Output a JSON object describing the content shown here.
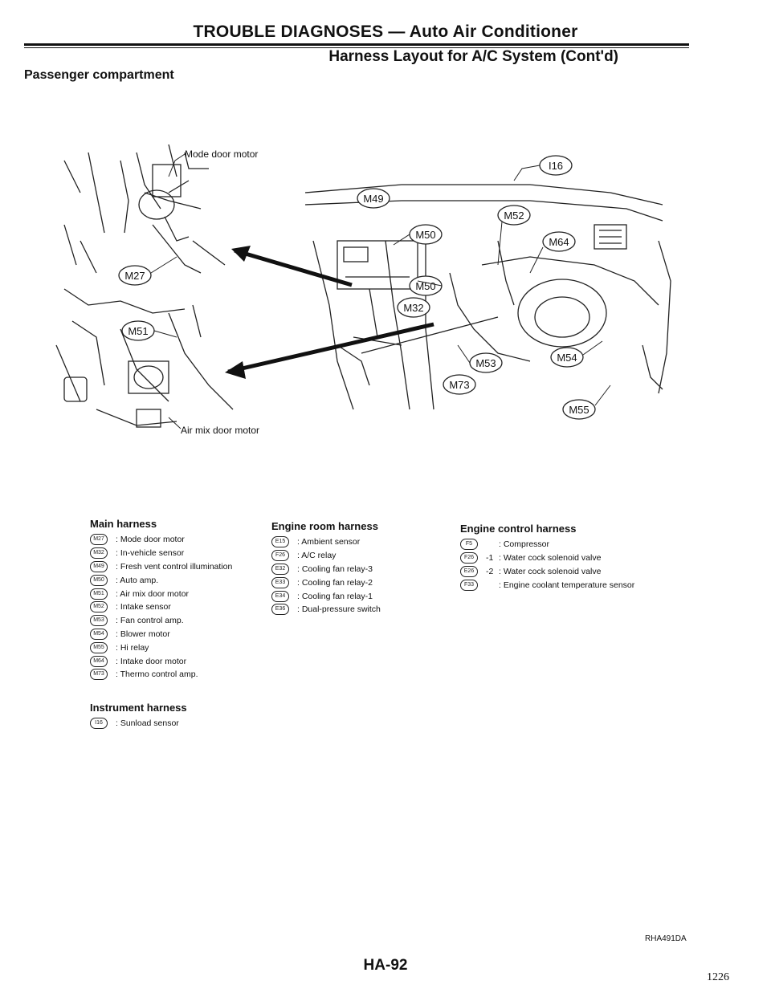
{
  "header": {
    "title": "TROUBLE DIAGNOSES — Auto Air Conditioner",
    "subtitle": "Harness Layout for A/C System (Cont'd)",
    "section": "Passenger compartment"
  },
  "diagram": {
    "callouts": {
      "mode_door_motor": "Mode door motor",
      "air_mix_door_motor": "Air mix door motor"
    },
    "connectors": {
      "m27": "M27",
      "m51": "M51",
      "m49": "M49",
      "m50a": "M50",
      "m50b": "M50",
      "m32": "M32",
      "i16": "I16",
      "m52": "M52",
      "m64": "M64",
      "m53": "M53",
      "m54": "M54",
      "m73": "M73",
      "m55": "M55"
    }
  },
  "legend": {
    "main": {
      "title": "Main harness",
      "items": [
        {
          "code": "M27",
          "label": ": Mode door motor"
        },
        {
          "code": "M32",
          "label": ": In-vehicle sensor"
        },
        {
          "code": "M49",
          "label": ": Fresh vent control illumination"
        },
        {
          "code": "M50",
          "label": ": Auto amp."
        },
        {
          "code": "M51",
          "label": ": Air mix door motor"
        },
        {
          "code": "M52",
          "label": ": Intake sensor"
        },
        {
          "code": "M53",
          "label": ": Fan control amp."
        },
        {
          "code": "M54",
          "label": ": Blower motor"
        },
        {
          "code": "M55",
          "label": ": Hi relay"
        },
        {
          "code": "M64",
          "label": ": Intake door motor"
        },
        {
          "code": "M73",
          "label": ": Thermo control amp."
        }
      ]
    },
    "instrument": {
      "title": "Instrument harness",
      "items": [
        {
          "code": "I16",
          "label": ": Sunload sensor"
        }
      ]
    },
    "engine_room": {
      "title": "Engine room harness",
      "items": [
        {
          "code": "E15",
          "label": ": Ambient sensor"
        },
        {
          "code": "F26",
          "label": ": A/C relay"
        },
        {
          "code": "E32",
          "label": ": Cooling fan relay-3"
        },
        {
          "code": "E33",
          "label": ": Cooling fan relay-2"
        },
        {
          "code": "E34",
          "label": ": Cooling fan relay-1"
        },
        {
          "code": "E36",
          "label": ": Dual-pressure switch"
        }
      ]
    },
    "engine_control": {
      "title": "Engine control harness",
      "items": [
        {
          "code": "F5",
          "pin": "",
          "label": ": Compressor"
        },
        {
          "code": "F26",
          "pin": "-1",
          "label": ": Water cock solenoid valve"
        },
        {
          "code": "E26",
          "pin": "-2",
          "label": ": Water cock solenoid valve"
        },
        {
          "code": "F33",
          "pin": "",
          "label": ": Engine coolant temperature sensor"
        }
      ]
    }
  },
  "footer": {
    "drawing_code": "RHA491DA",
    "page_number": "HA-92",
    "sheet_number": "1226"
  }
}
